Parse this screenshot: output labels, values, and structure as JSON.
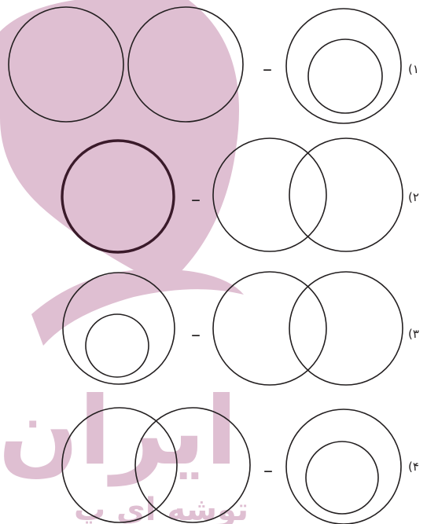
{
  "watermark": {
    "color": "#d9b3cc",
    "main_text": "ایران",
    "sub_text": "توشه ای پ"
  },
  "options": [
    {
      "label": "(۱",
      "minus": "–"
    },
    {
      "label": "(۲",
      "minus": "–"
    },
    {
      "label": "(۳",
      "minus": "–"
    },
    {
      "label": "(۴",
      "minus": "–"
    }
  ],
  "colors": {
    "stroke": "#231f20",
    "bold_stroke": "#3a1a2a"
  }
}
